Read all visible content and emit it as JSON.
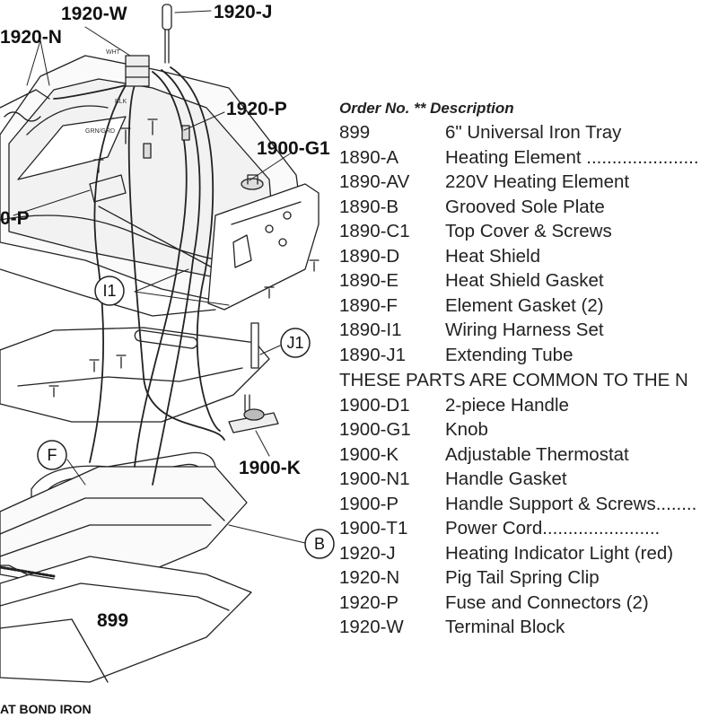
{
  "diagram": {
    "callouts": {
      "w": "1920-W",
      "j": "1920-J",
      "n": "1920-N",
      "p_top": "1920-P",
      "p_left": "0-P",
      "g1": "1900-G1",
      "i1": "I1",
      "j1": "J1",
      "k": "1900-K",
      "f": "F",
      "b": "B",
      "tray": "899"
    },
    "wire_labels": {
      "wht": "WHT",
      "blk": "BLK",
      "grn": "GRN/GRD"
    },
    "caption": "AT BOND IRON"
  },
  "parts_list": {
    "header": "Order No. ** Description",
    "group1": [
      {
        "no": "899",
        "desc": "6\" Universal Iron Tray"
      },
      {
        "no": "1890-A",
        "desc": "Heating Element ......................"
      },
      {
        "no": "1890-AV",
        "desc": "220V Heating Element"
      },
      {
        "no": "1890-B",
        "desc": "Grooved Sole Plate"
      },
      {
        "no": "1890-C1",
        "desc": "Top Cover & Screws"
      },
      {
        "no": "1890-D",
        "desc": "Heat Shield"
      },
      {
        "no": "1890-E",
        "desc": "Heat Shield Gasket"
      },
      {
        "no": "1890-F",
        "desc": "Element Gasket (2)"
      },
      {
        "no": "1890-I1",
        "desc": "Wiring Harness Set"
      },
      {
        "no": "1890-J1",
        "desc": "Extending Tube"
      }
    ],
    "common_note": "THESE PARTS ARE COMMON TO THE N",
    "group2": [
      {
        "no": "1900-D1",
        "desc": "2-piece Handle"
      },
      {
        "no": "1900-G1",
        "desc": "Knob"
      },
      {
        "no": "1900-K",
        "desc": "Adjustable Thermostat"
      },
      {
        "no": "1900-N1",
        "desc": "Handle Gasket"
      },
      {
        "no": "1900-P",
        "desc": "Handle Support & Screws........"
      },
      {
        "no": "1900-T1",
        "desc": "Power Cord......................."
      },
      {
        "no": "1920-J",
        "desc": "Heating Indicator Light (red)"
      },
      {
        "no": "1920-N",
        "desc": "Pig Tail Spring Clip"
      },
      {
        "no": "1920-P",
        "desc": "Fuse and Connectors (2)"
      },
      {
        "no": "1920-W",
        "desc": "Terminal Block"
      }
    ]
  }
}
